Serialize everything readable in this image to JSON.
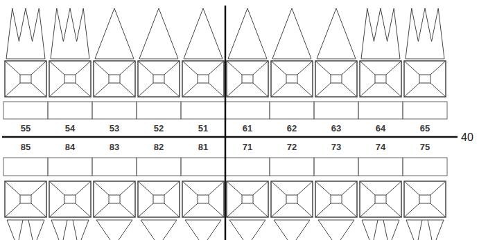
{
  "diagram": {
    "labels": [
      "55",
      "54",
      "53",
      "52",
      "51",
      "61",
      "62",
      "63",
      "64",
      "65",
      "85",
      "84",
      "83",
      "82",
      "81",
      "71",
      "72",
      "73",
      "74",
      "75",
      "40"
    ]
  }
}
